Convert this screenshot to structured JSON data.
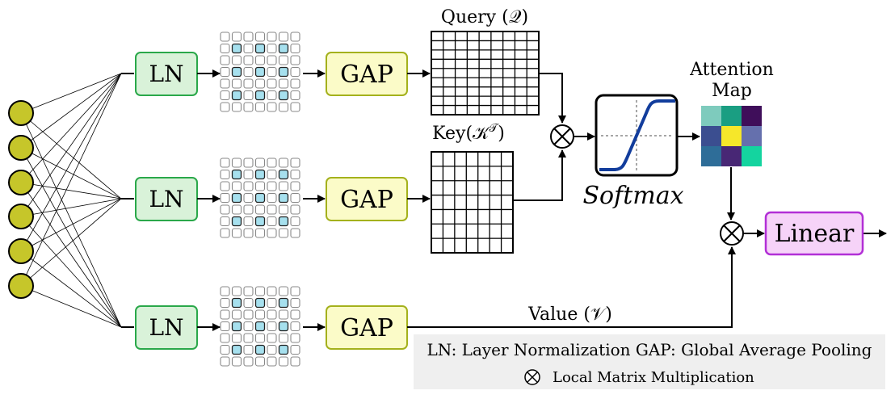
{
  "blocks": {
    "ln": "LN",
    "gap": "GAP",
    "linear": "Linear",
    "softmax": "Softmax"
  },
  "labels": {
    "query": "Query (𝒬)",
    "key": "Key(𝒦",
    "key_sup": "𝒯",
    "key_close": ")",
    "value": "Value (𝒱)",
    "attention_line1": "Attention",
    "attention_line2": "Map"
  },
  "legend": {
    "line1": "LN: Layer Normalization   GAP: Global Average Pooling",
    "line2": "Local Matrix Multiplication",
    "bg_color": "#efefef"
  },
  "colors": {
    "input_node_fill": "#c6c62a",
    "ln_fill": "#d9f2d9",
    "ln_stroke": "#2aa84a",
    "gap_fill": "#fbfbc8",
    "gap_stroke": "#a4b11c",
    "linear_fill": "#f6d3f8",
    "linear_stroke": "#b22fd6",
    "feature_highlight": "#a6e0ee",
    "softmax_curve": "#123d9c"
  },
  "attention_map": [
    [
      "#7ecbbd",
      "#1a9e82",
      "#3f0e5a"
    ],
    [
      "#3b4e90",
      "#f6e72a",
      "#6570ad"
    ],
    [
      "#2e6d98",
      "#482775",
      "#14d49f"
    ]
  ]
}
